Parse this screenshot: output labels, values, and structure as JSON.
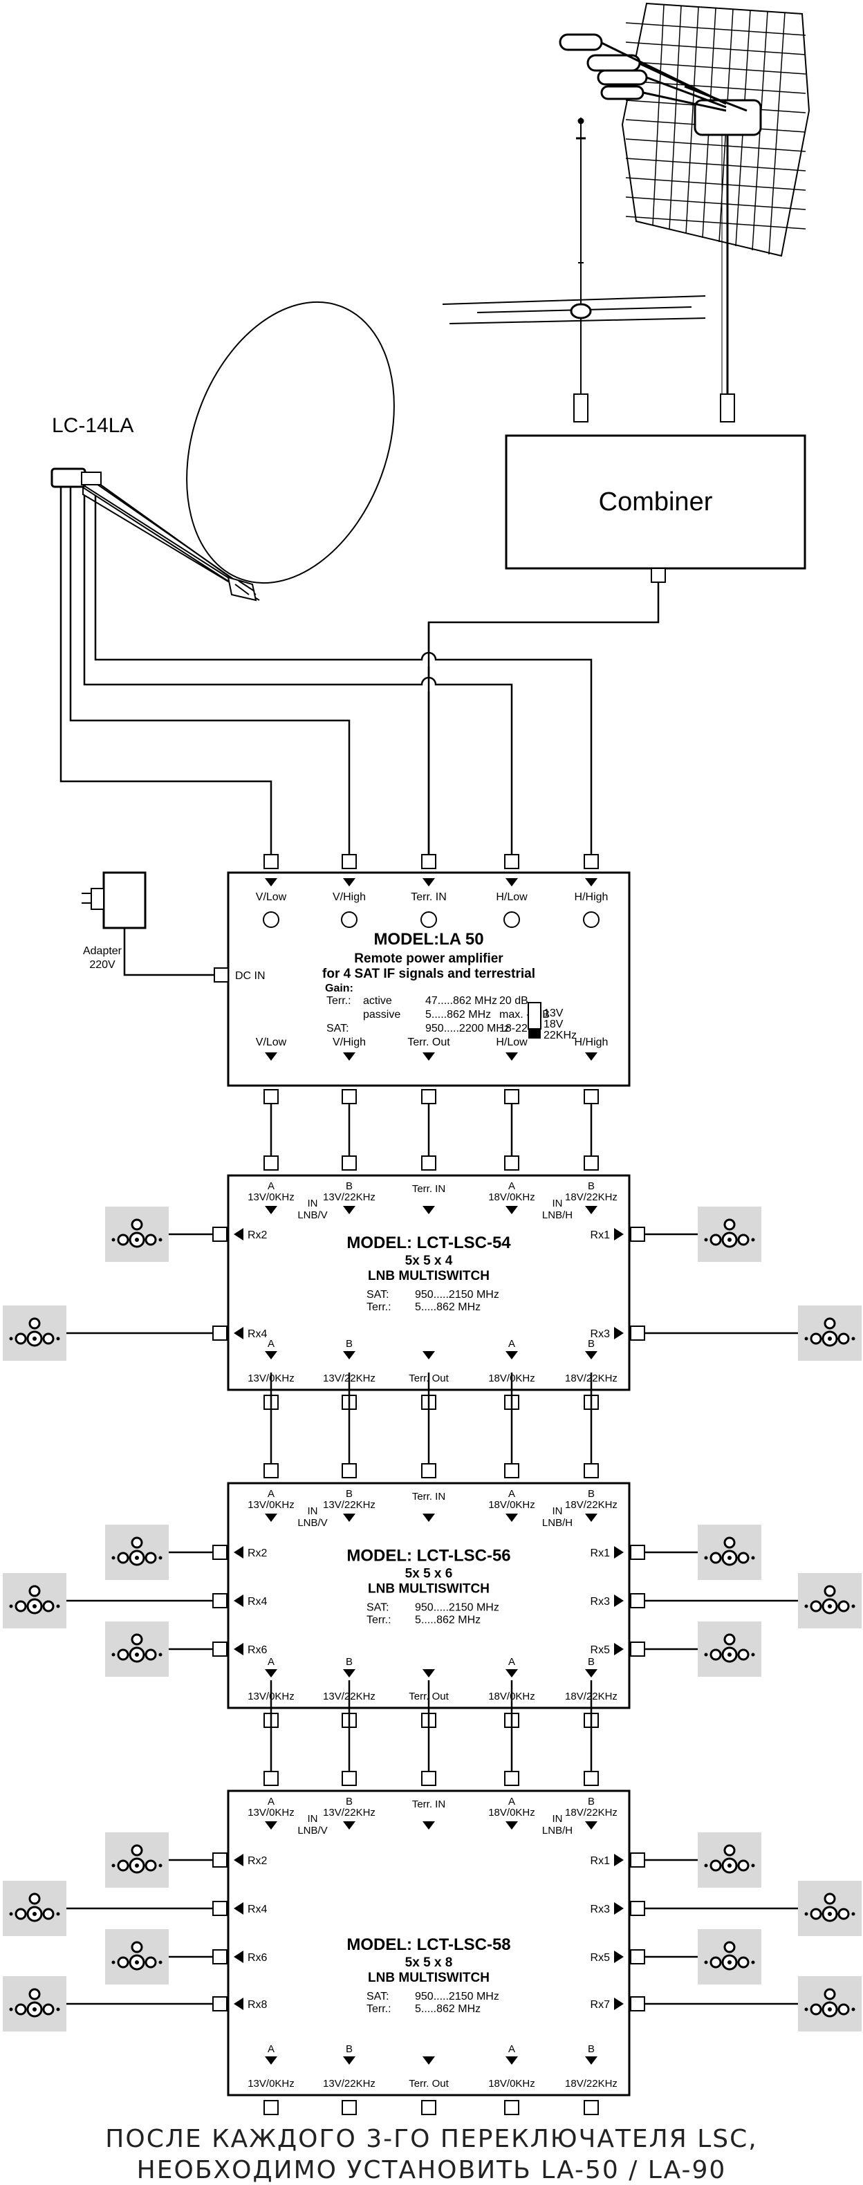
{
  "lnb_label": "LC-14LA",
  "combiner_label": "Combiner",
  "adapter": {
    "line1": "Adapter",
    "line2": "220V"
  },
  "amplifier": {
    "in_ports": [
      "V/Low",
      "V/High",
      "Terr. IN",
      "H/Low",
      "H/High"
    ],
    "out_ports": [
      "V/Low",
      "V/High",
      "Terr. Out",
      "H/Low",
      "H/High"
    ],
    "dc_in": "DC IN",
    "model": "MODEL:LA 50",
    "subtitle1": "Remote power amplifier",
    "subtitle2": "for 4 SAT IF signals and terrestrial",
    "gain_title": "Gain:",
    "gain_rows": [
      [
        "Terr.:",
        "active",
        "47.....862 MHz",
        "20 dB"
      ],
      [
        "",
        "passive",
        "5.....862 MHz",
        "max. -4dB"
      ],
      [
        "SAT:",
        "",
        "950.....2200 MHz",
        "18-22dB"
      ]
    ],
    "switch_labels": [
      "13V",
      "18V",
      "22KHz"
    ]
  },
  "multiswitch_common": {
    "in_letters": [
      "A",
      "B",
      "",
      "A",
      "B"
    ],
    "in_ports": [
      "13V/0KHz",
      "13V/22KHz",
      "Terr. IN",
      "18V/0KHz",
      "18V/22KHz"
    ],
    "out_letters": [
      "A",
      "B",
      "",
      "A",
      "B"
    ],
    "out_ports": [
      "13V/0KHz",
      "13V/22KHz",
      "Terr. Out",
      "18V/0KHz",
      "18V/22KHz"
    ],
    "in_v": [
      "IN",
      "LNB/V"
    ],
    "in_h": [
      "IN",
      "LNB/H"
    ],
    "type": "LNB MULTISWITCH",
    "sat_label": "SAT:",
    "sat_range": "950.....2150 MHz",
    "terr_label": "Terr.:",
    "terr_range": "5.....862 MHz"
  },
  "multiswitches": [
    {
      "model": "MODEL: LCT-LSC-54",
      "config": "5x 5 x 4",
      "left": [
        "Rx2",
        "Rx4"
      ],
      "right": [
        "Rx1",
        "Rx3"
      ]
    },
    {
      "model": "MODEL: LCT-LSC-56",
      "config": "5x 5 x 6",
      "left": [
        "Rx2",
        "Rx4",
        "Rx6"
      ],
      "right": [
        "Rx1",
        "Rx3",
        "Rx5"
      ]
    },
    {
      "model": "MODEL: LCT-LSC-58",
      "config": "5x 5 x 8",
      "left": [
        "Rx2",
        "Rx4",
        "Rx6",
        "Rx8"
      ],
      "right": [
        "Rx1",
        "Rx3",
        "Rx5",
        "Rx7"
      ]
    }
  ],
  "caption": {
    "line1": "ПОСЛЕ КАЖДОГО 3-ГО ПЕРЕКЛЮЧАТЕЛЯ LSC,",
    "line2": "НЕОБХОДИМО УСТАНОВИТЬ LA-50 / LA-90"
  }
}
